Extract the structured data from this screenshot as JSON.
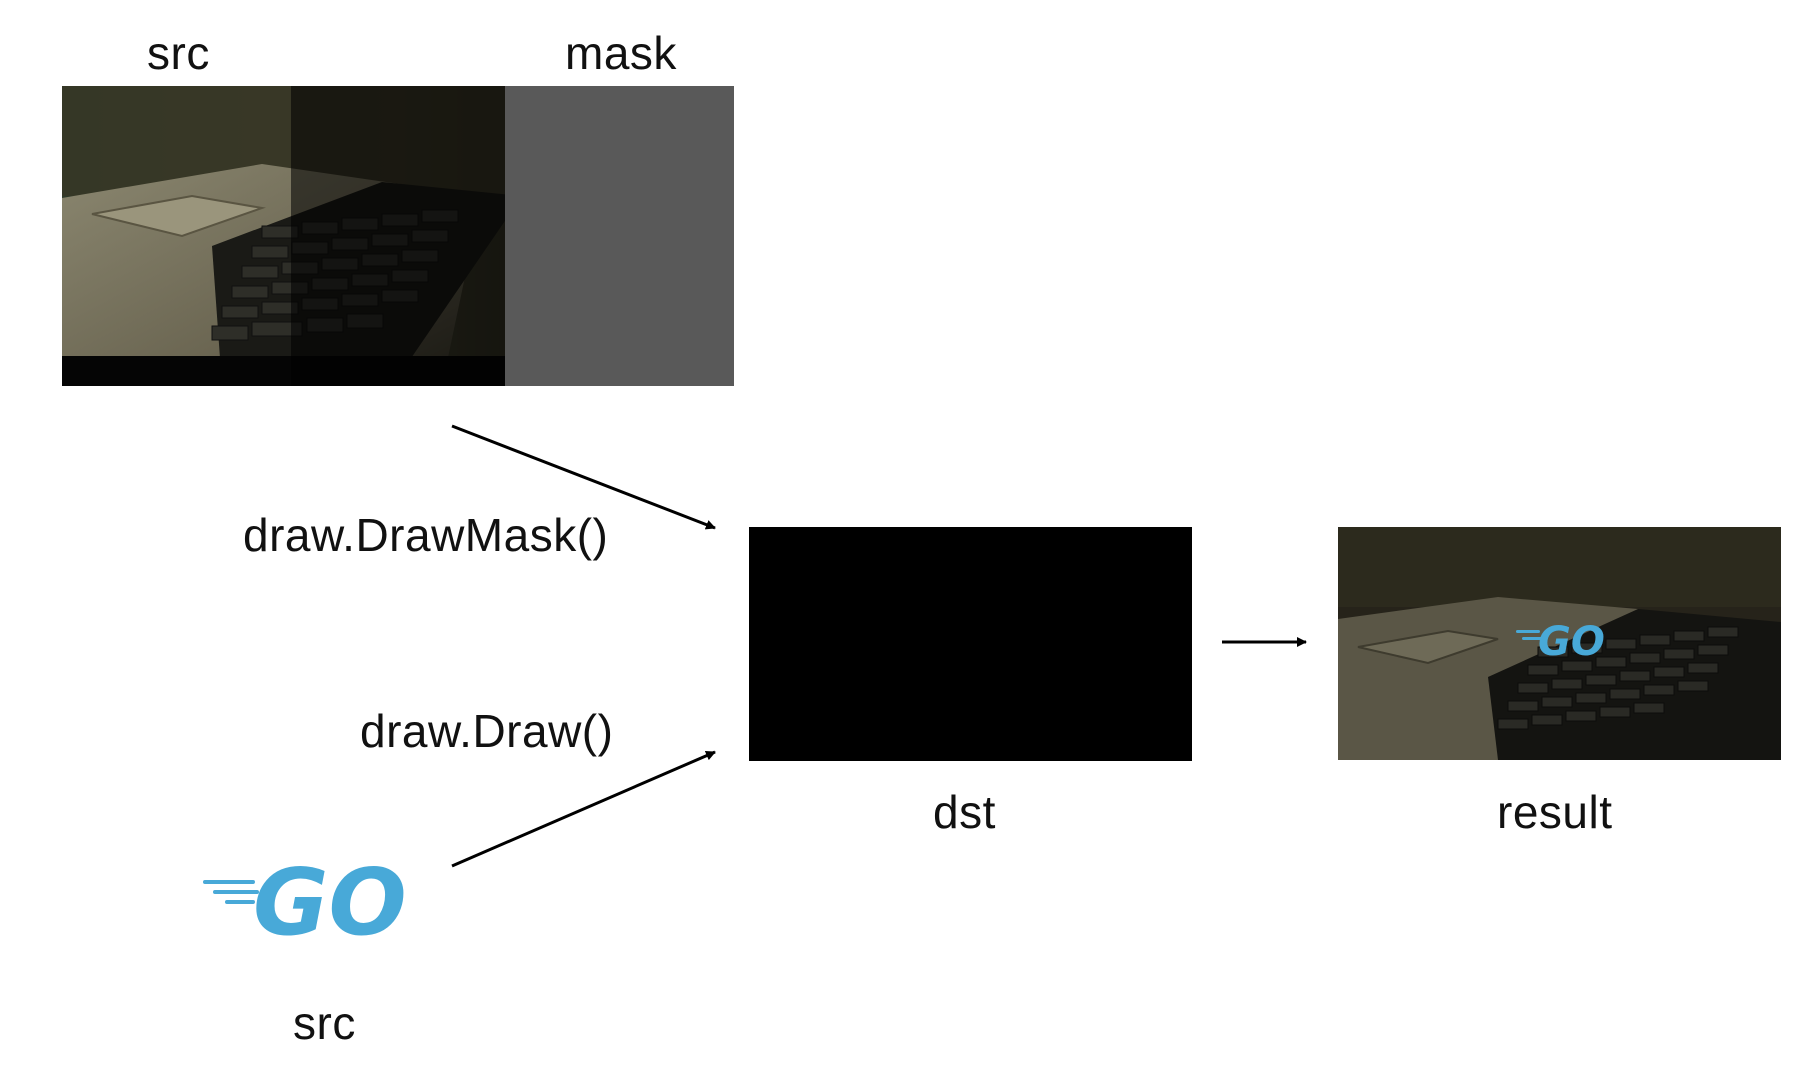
{
  "labels": {
    "src_top": "src",
    "mask": "mask",
    "draw_mask_call": "draw.DrawMask()",
    "draw_call": "draw.Draw()",
    "dst": "dst",
    "result": "result",
    "src_bottom": "src"
  },
  "logo": {
    "text": "GO",
    "color": "#48a9d8"
  },
  "colors": {
    "mask_gray": "#595959",
    "dst_black": "#000000",
    "arrow": "#000000"
  },
  "icons": {
    "src_photo": "laptop-keyboard-photo",
    "result_photo": "laptop-keyboard-photo-with-go-logo",
    "logo": "go-gopher-logo-icon"
  }
}
